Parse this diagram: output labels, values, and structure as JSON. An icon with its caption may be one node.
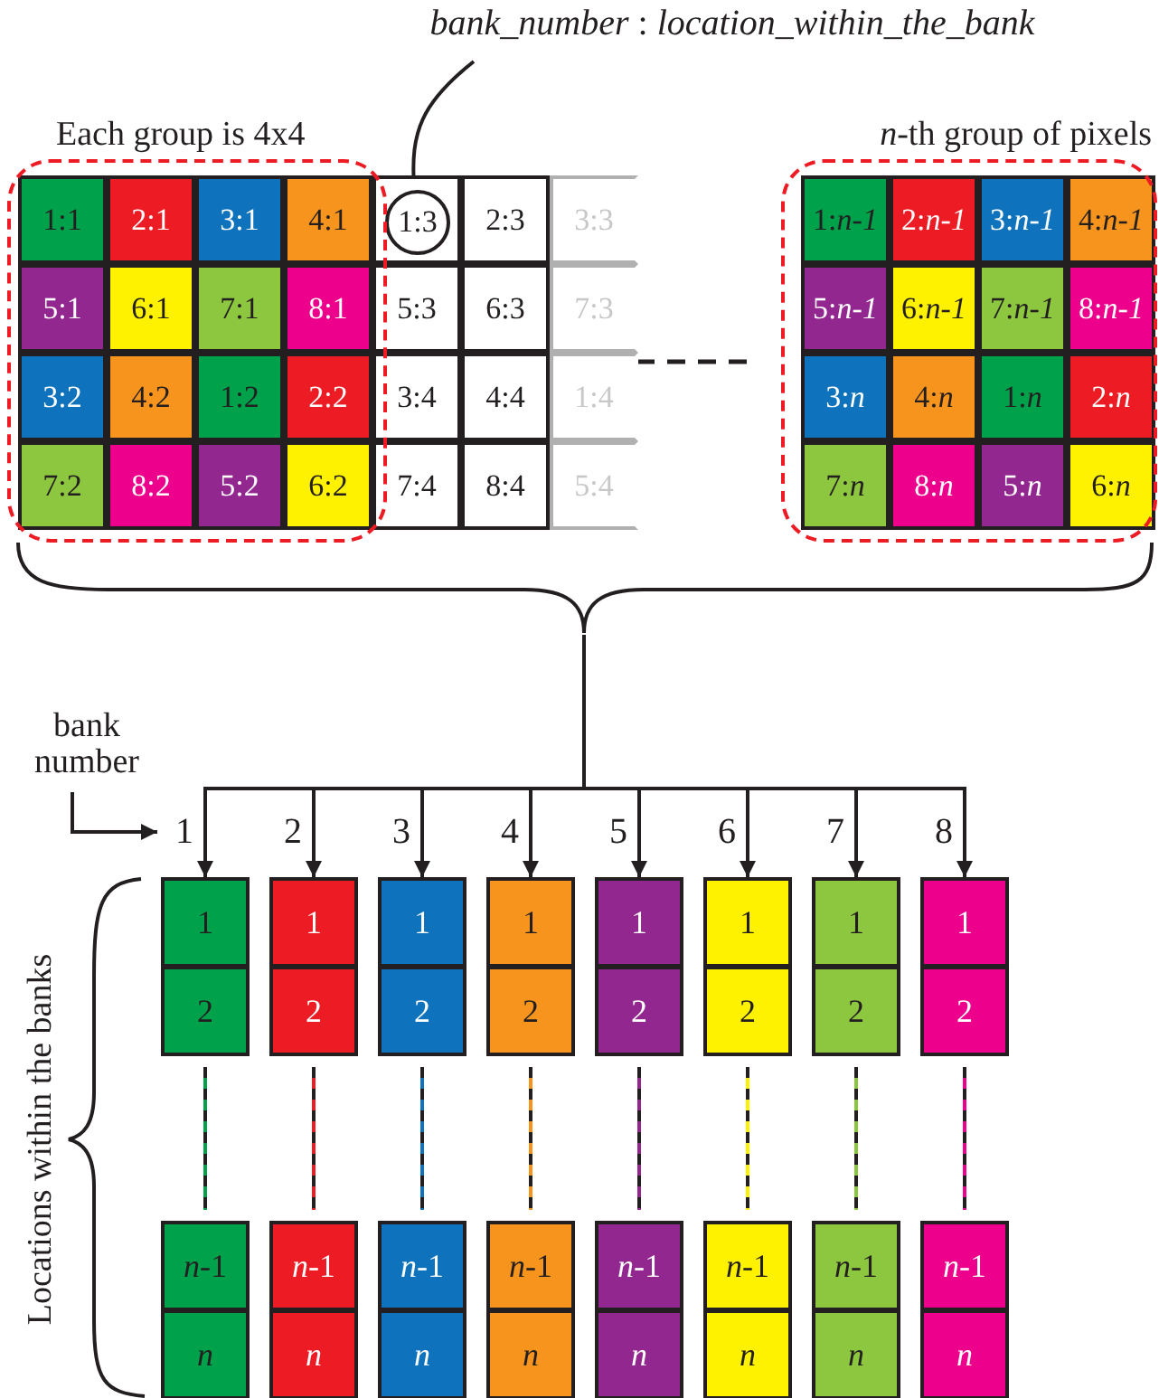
{
  "diagram": {
    "nodes": [
      {
        "text": [
          "*bank_number* : *location_within_the_bank*"
        ]
      },
      {
        "text": [
          "Each group is 4x4"
        ]
      },
      {
        "text": [
          "1:1"
        ],
        "in": 1
      },
      {
        "text": [
          "2:1"
        ],
        "in": 1
      },
      {
        "text": [
          "3:1"
        ],
        "in": 1
      },
      {
        "text": [
          "4:1"
        ],
        "in": 1
      },
      {
        "text": [
          "5:1"
        ],
        "in": 1
      },
      {
        "text": [
          "6:1"
        ],
        "in": 1
      },
      {
        "text": [
          "7:1"
        ],
        "in": 1
      },
      {
        "text": [
          "8:1"
        ],
        "in": 1
      },
      {
        "text": [
          "3:2"
        ],
        "in": 1
      },
      {
        "text": [
          "4:2"
        ],
        "in": 1
      },
      {
        "text": [
          "1:2"
        ],
        "in": 1
      },
      {
        "text": [
          "2:2"
        ],
        "in": 1
      },
      {
        "text": [
          "7:2"
        ],
        "in": 1
      },
      {
        "text": [
          "8:2"
        ],
        "in": 1
      },
      {
        "text": [
          "5:2"
        ],
        "in": 1
      },
      {
        "text": [
          "6:2"
        ],
        "in": 1
      },
      {
        "text": [],
        "shape": "box"
      },
      {
        "text": [
          "1:3"
        ],
        "in": 18
      },
      {
        "text": [
          "2:3"
        ]
      },
      {
        "text": [
          "3:3"
        ]
      },
      {
        "text": [
          "5:3"
        ]
      },
      {
        "text": [
          "6:3"
        ]
      },
      {
        "text": [
          "7:3"
        ]
      },
      {
        "text": [
          "3:4"
        ]
      },
      {
        "text": [
          "4:4"
        ]
      },
      {
        "text": [
          "1:4"
        ]
      },
      {
        "text": [
          "7:4"
        ]
      },
      {
        "text": [
          "8:4"
        ]
      },
      {
        "text": [
          "5:4"
        ]
      },
      {
        "text": [
          "*n*-th group of pixels"
        ]
      },
      {
        "text": [
          "1:*n-1*"
        ],
        "in": 31
      },
      {
        "text": [
          "2:*n-1*"
        ],
        "in": 31
      },
      {
        "text": [
          "3:*n-1*"
        ],
        "in": 31
      },
      {
        "text": [
          "4:*n-1*"
        ],
        "in": 31
      },
      {
        "text": [
          "5:*n-1*"
        ],
        "in": 31
      },
      {
        "text": [
          "6:*n-1*"
        ],
        "in": 31
      },
      {
        "text": [
          "7:*n-1*"
        ],
        "in": 31
      },
      {
        "text": [
          "8:*n-1*"
        ],
        "in": 31
      },
      {
        "text": [
          "3:*n*"
        ],
        "in": 31
      },
      {
        "text": [
          "4:*n*"
        ],
        "in": 31
      },
      {
        "text": [
          "1:*n*"
        ],
        "in": 31
      },
      {
        "text": [
          "2:*n*"
        ],
        "in": 31
      },
      {
        "text": [
          "7:*n*"
        ],
        "in": 31
      },
      {
        "text": [
          "8:*n*"
        ],
        "in": 31
      },
      {
        "text": [
          "5:*n*"
        ],
        "in": 31
      },
      {
        "text": [
          "6:*n*"
        ],
        "in": 31
      },
      {
        "text": [
          "bank number"
        ]
      },
      {
        "text": [
          "1"
        ]
      },
      {
        "text": [
          "2"
        ]
      },
      {
        "text": [
          "3"
        ]
      },
      {
        "text": [
          "4"
        ]
      },
      {
        "text": [
          "5"
        ]
      },
      {
        "text": [
          "6"
        ]
      },
      {
        "text": [
          "7"
        ]
      },
      {
        "text": [
          "8"
        ]
      },
      {
        "text": [
          "1"
        ]
      },
      {
        "text": [
          "1"
        ]
      },
      {
        "text": [
          "1"
        ]
      },
      {
        "text": [
          "1"
        ]
      },
      {
        "text": [
          "1"
        ]
      },
      {
        "text": [
          "1"
        ]
      },
      {
        "text": [
          "1"
        ]
      },
      {
        "text": [
          "1"
        ]
      },
      {
        "text": [
          "2"
        ]
      },
      {
        "text": [
          "2"
        ]
      },
      {
        "text": [
          "2"
        ]
      },
      {
        "text": [
          "2"
        ]
      },
      {
        "text": [
          "2"
        ]
      },
      {
        "text": [
          "2"
        ]
      },
      {
        "text": [
          "2"
        ]
      },
      {
        "text": [
          "2"
        ]
      },
      {
        "text": [
          "*n*-1"
        ]
      },
      {
        "text": [
          "*n*-1"
        ]
      },
      {
        "text": [
          "*n*-1"
        ]
      },
      {
        "text": [
          "*n*-1"
        ]
      },
      {
        "text": [
          "*n*-1"
        ]
      },
      {
        "text": [
          "*n*-1"
        ]
      },
      {
        "text": [
          "*n*-1"
        ]
      },
      {
        "text": [
          "*n*-1"
        ]
      },
      {
        "text": [
          "*n*"
        ]
      },
      {
        "text": [
          "*n*"
        ]
      },
      {
        "text": [
          "*n*"
        ]
      },
      {
        "text": [
          "*n*"
        ]
      },
      {
        "text": [
          "*n*"
        ]
      },
      {
        "text": [
          "*n*"
        ]
      },
      {
        "text": [
          "*n*"
        ]
      },
      {
        "text": [
          "*n*"
        ]
      },
      {
        "text": [],
        "shape": "brace"
      }
    ],
    "edges": [
      {
        "from": 0,
        "to": 19,
        "arrow": "none"
      },
      {
        "from": 48,
        "to": 49,
        "arrow": "to"
      },
      {
        "from": 89,
        "to": 57,
        "arrow": "to"
      },
      {
        "from": 89,
        "to": 58,
        "arrow": "to"
      },
      {
        "from": 89,
        "to": 59,
        "arrow": "to"
      },
      {
        "from": 89,
        "to": 60,
        "arrow": "to"
      },
      {
        "from": 89,
        "to": 61,
        "arrow": "to"
      },
      {
        "from": 89,
        "to": 62,
        "arrow": "to"
      },
      {
        "from": 89,
        "to": 63,
        "arrow": "to"
      },
      {
        "from": 89,
        "to": 64,
        "arrow": "to"
      },
      {
        "from": 65,
        "to": 73,
        "arrow": "none",
        "style": "dashed",
        "color": "#00a14b"
      },
      {
        "from": 66,
        "to": 74,
        "arrow": "none",
        "style": "dashed",
        "color": "#ed1c24"
      },
      {
        "from": 67,
        "to": 75,
        "arrow": "none",
        "style": "dashed",
        "color": "#0e72bc"
      },
      {
        "from": 68,
        "to": 76,
        "arrow": "none",
        "style": "dashed",
        "color": "#f7941d"
      },
      {
        "from": 69,
        "to": 77,
        "arrow": "none",
        "style": "dashed",
        "color": "#92278f"
      },
      {
        "from": 70,
        "to": 78,
        "arrow": "none",
        "style": "dashed",
        "color": "#fff200"
      },
      {
        "from": 71,
        "to": 79,
        "arrow": "none",
        "style": "dashed",
        "color": "#8dc63f"
      },
      {
        "from": 72,
        "to": 80,
        "arrow": "none",
        "style": "dashed",
        "color": "#ec008c"
      }
    ],
    "labels": [
      "Locations within the banks"
    ]
  }
}
